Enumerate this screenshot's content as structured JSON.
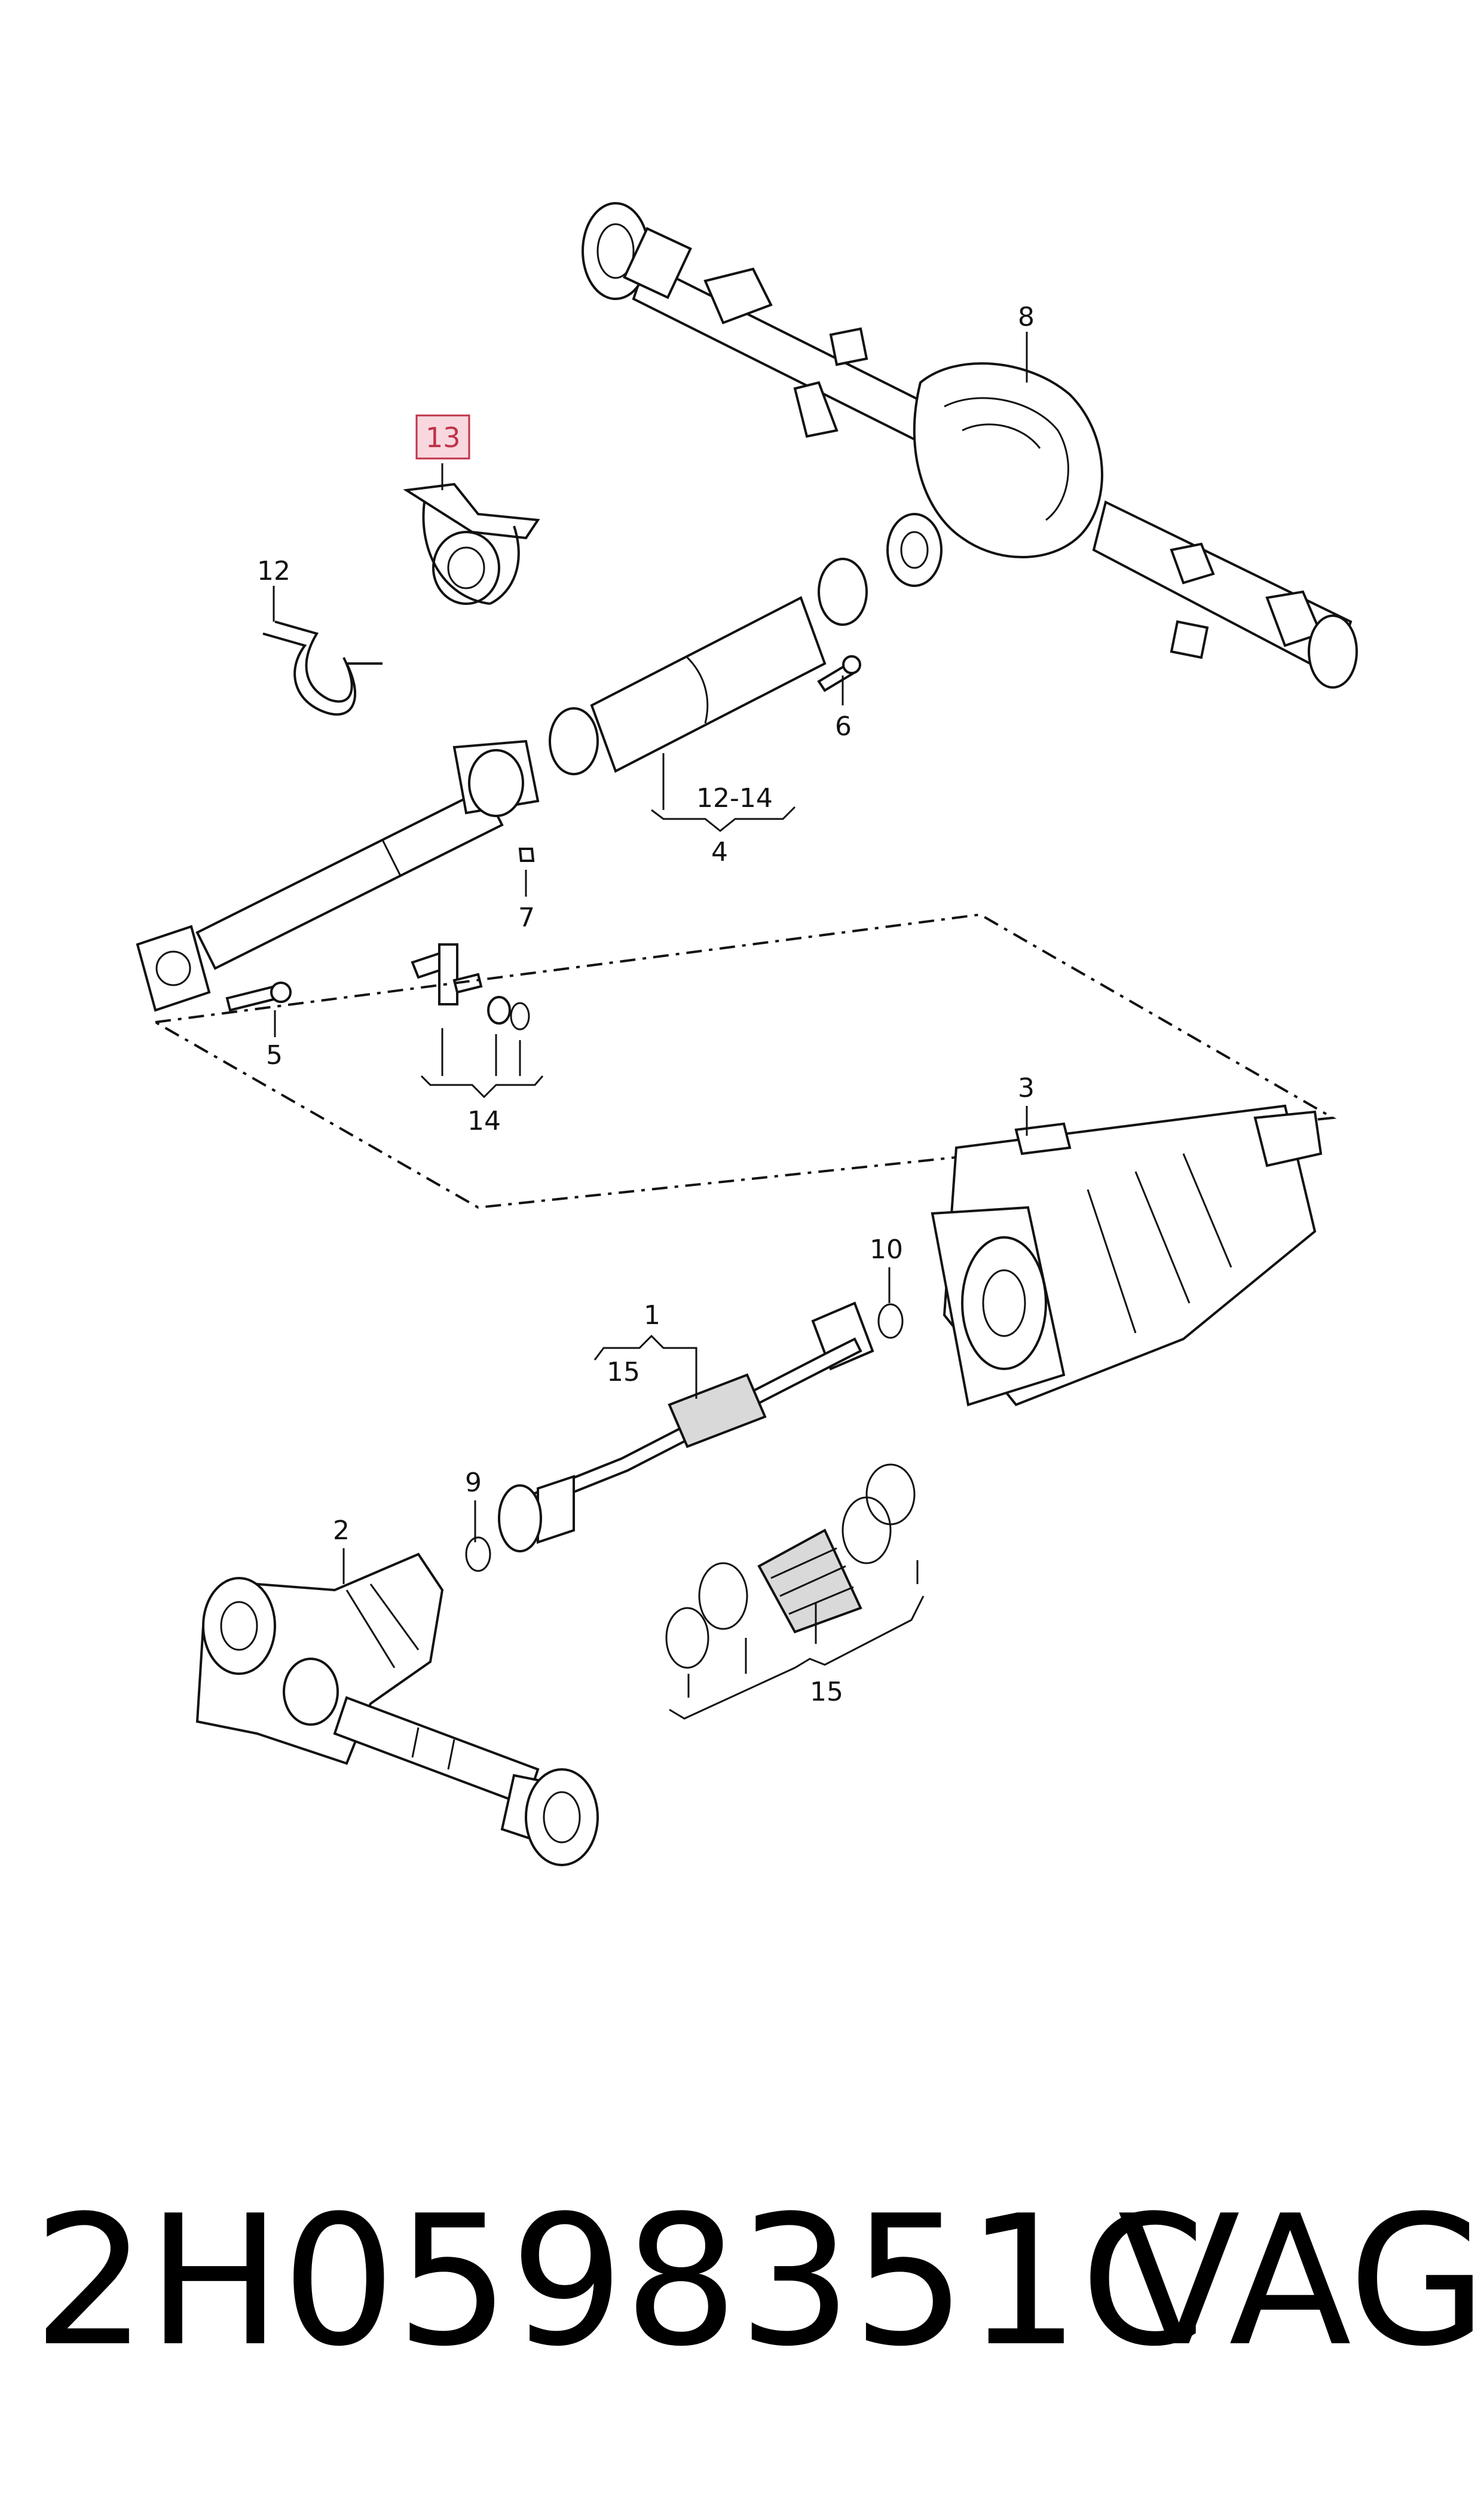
{
  "callouts": {
    "c1": "1",
    "c2": "2",
    "c3": "3",
    "c4": "4",
    "c5": "5",
    "c6": "6",
    "c7": "7",
    "c8": "8",
    "c9": "9",
    "c10": "10",
    "c12": "12",
    "c12_14": "12-14",
    "c13": "13",
    "c14": "14",
    "c15_upper": "15",
    "c15_lower": "15"
  },
  "highlight_color": "#f8d8de",
  "part_number": "2H0598351C",
  "brand": "VAG"
}
